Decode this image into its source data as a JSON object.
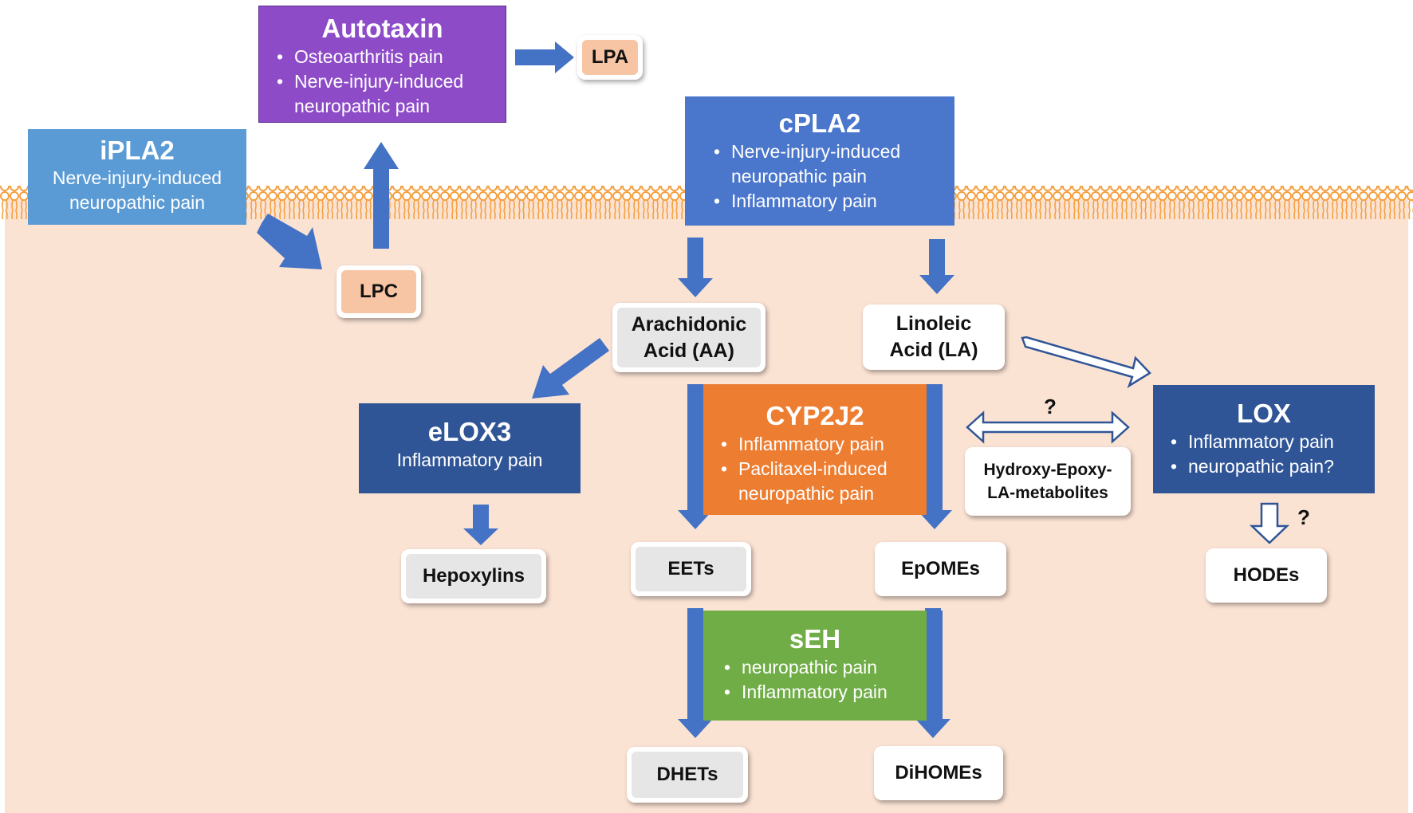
{
  "colors": {
    "membrane": "#f5a040",
    "cytosol": "#fbe3d4",
    "arrow_blue": "#4472c4",
    "purple": "#8e4bc8",
    "light_blue": "#5b9bd5",
    "blue": "#4a76cc",
    "navy": "#2f5597",
    "orange": "#ed7d31",
    "green": "#70ad47"
  },
  "enzymes": {
    "autotaxin": {
      "title": "Autotaxin",
      "items": [
        "Osteoarthritis pain",
        "Nerve-injury-induced neuropathic pain"
      ]
    },
    "ipla2": {
      "title": "iPLA2",
      "sub": "Nerve-injury-induced neuropathic pain"
    },
    "cpla2": {
      "title": "cPLA2",
      "items": [
        "Nerve-injury-induced neuropathic pain",
        "Inflammatory pain"
      ]
    },
    "elox3": {
      "title": "eLOX3",
      "sub": "Inflammatory pain"
    },
    "cyp2j2": {
      "title": "CYP2J2",
      "items": [
        "Inflammatory pain",
        "Paclitaxel-induced neuropathic pain"
      ]
    },
    "lox": {
      "title": "LOX",
      "items": [
        "Inflammatory pain",
        "neuropathic pain?"
      ]
    },
    "seh": {
      "title": "sEH",
      "items": [
        "neuropathic pain",
        "Inflammatory pain"
      ]
    }
  },
  "metabolites": {
    "lpa": "LPA",
    "lpc": "LPC",
    "aa_line1": "Arachidonic",
    "aa_line2": "Acid (AA)",
    "la_line1": "Linoleic",
    "la_line2": "Acid (LA)",
    "hepoxylins": "Hepoxylins",
    "eets": "EETs",
    "epomes": "EpOMEs",
    "hydroxy_line1": "Hydroxy-Epoxy-",
    "hydroxy_line2": "LA-metabolites",
    "hodes": "HODEs",
    "dhets": "DHETs",
    "dihomes": "DiHOMEs"
  },
  "annotations": {
    "question_hydroxy": "?",
    "question_hodes": "?"
  }
}
